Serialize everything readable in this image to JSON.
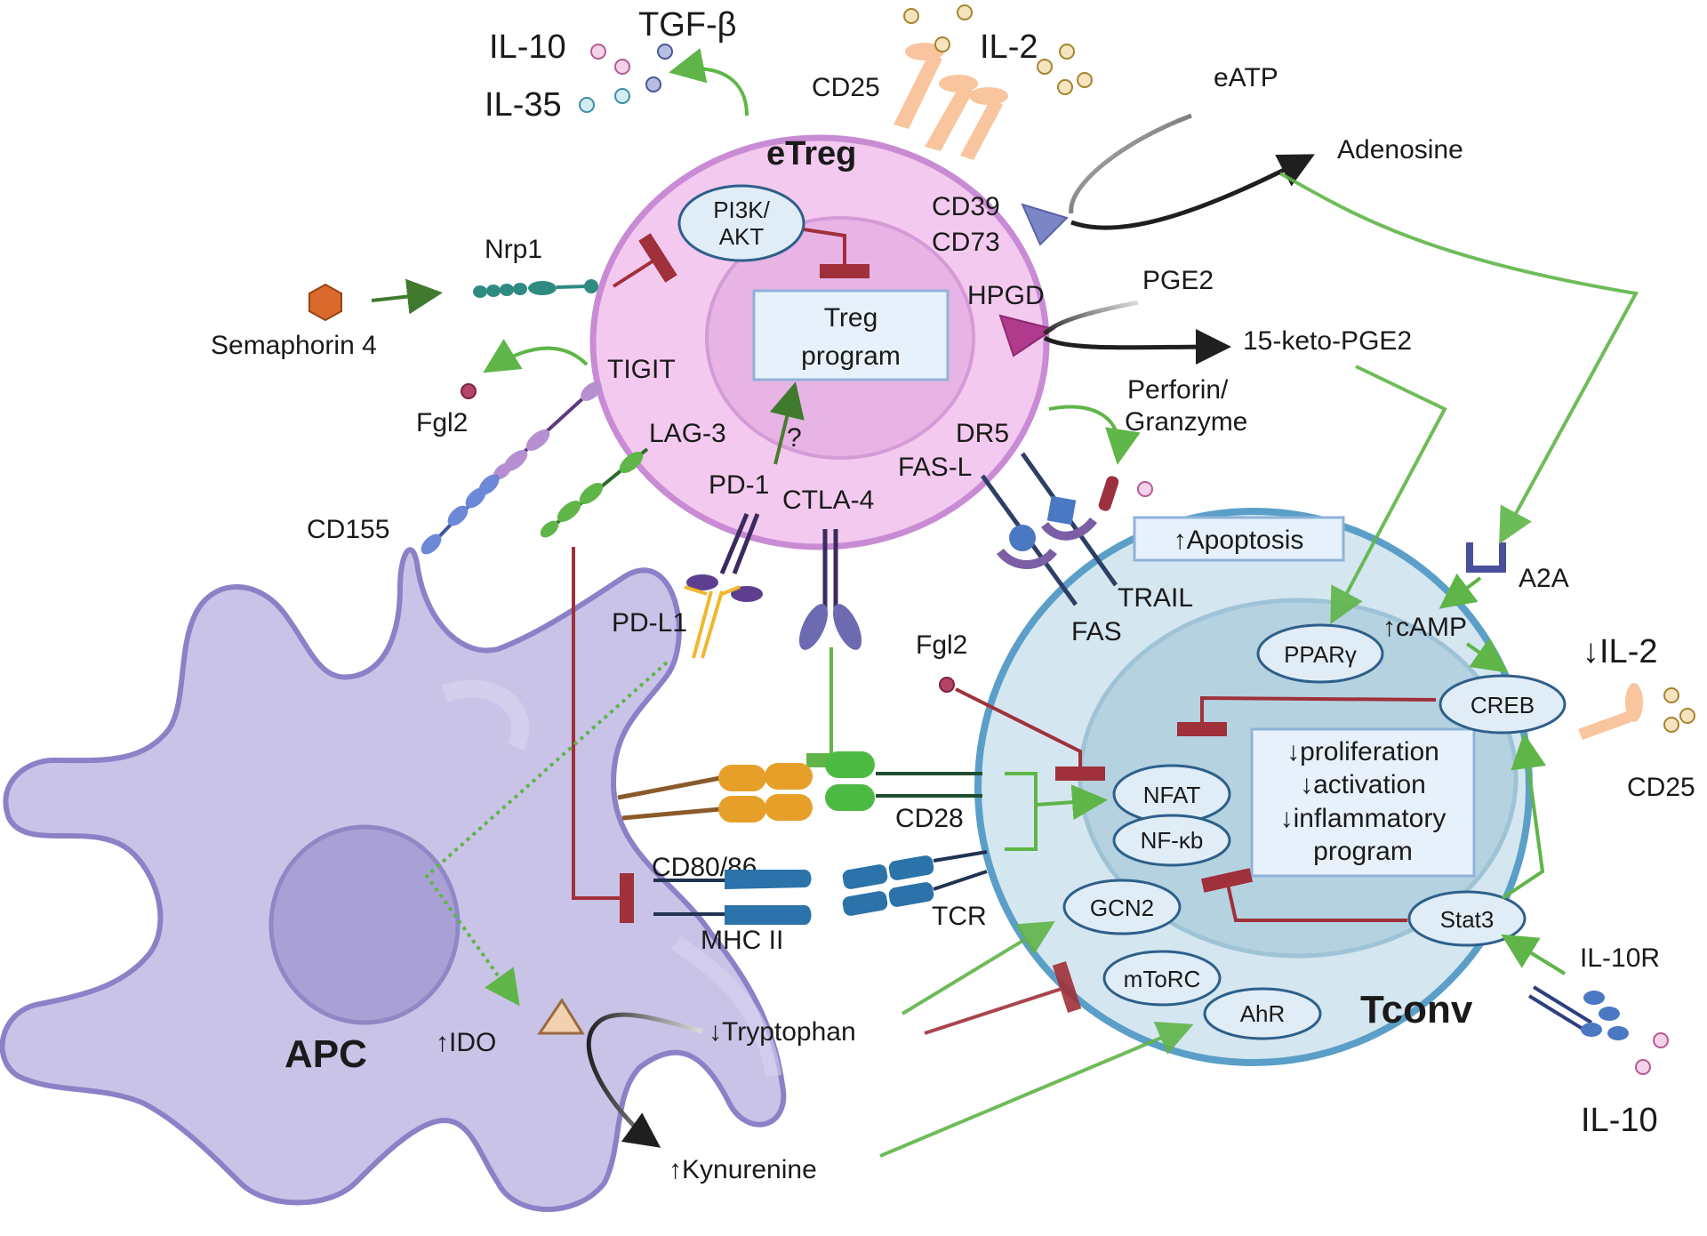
{
  "cells": {
    "etreg": "eTreg",
    "tconv": "Tconv",
    "apc": "APC"
  },
  "boxes": {
    "treg_program": [
      "Treg",
      "program"
    ],
    "apoptosis": "↑Apoptosis",
    "tconv_effects": [
      "↓proliferation",
      "↓activation",
      "↓inflammatory",
      "program"
    ]
  },
  "cytokines": {
    "il10_top": "IL-10",
    "tgfb": "TGF-β",
    "il35": "IL-35",
    "il2_top": "IL-2",
    "il2_down": "↓IL-2",
    "il10_bottom": "IL-10"
  },
  "receptors": {
    "cd25_top": "CD25",
    "cd25_right": "CD25",
    "eatp": "eATP",
    "adenosine": "Adenosine",
    "cd39": "CD39",
    "cd73": "CD73",
    "hpgd": "HPGD",
    "pge2": "PGE2",
    "keto_pge2": "15-keto-PGE2",
    "nrp1": "Nrp1",
    "semaphorin": "Semaphorin 4",
    "tigit": "TIGIT",
    "fgl2_left": "Fgl2",
    "cd155": "CD155",
    "lag3": "LAG-3",
    "pd1": "PD-1",
    "question": "?",
    "ctla4": "CTLA-4",
    "dr5": "DR5",
    "fasl": "FAS-L",
    "perforin": [
      "Perforin/",
      "Granzyme"
    ],
    "trail": "TRAIL",
    "fas": "FAS",
    "a2a": "A2A",
    "pdl1": "PD-L1",
    "fgl2_mid": "Fgl2",
    "cd80_86": "CD80/86",
    "cd28": "CD28",
    "mhc2": "MHC II",
    "tcr": "TCR",
    "il10r": "IL-10R",
    "ido": "↑IDO",
    "tryptophan": "↓Tryptophan",
    "kynurenine": "↑Kynurenine",
    "camp": "↑cAMP"
  },
  "ovals": {
    "pi3k": [
      "PI3K/",
      "AKT"
    ],
    "ppar": "PPARγ",
    "creb": "CREB",
    "nfat": "NFAT",
    "nfkb": "NF-κb",
    "gcn2": "GCN2",
    "stat3": "Stat3",
    "mtorc": "mToRC",
    "ahr": "AhR"
  },
  "colors": {
    "treg_fill": "#f3c9ef",
    "treg_stroke": "#c88bd4",
    "tconv_fill": "#d4e6ef",
    "tconv_stroke": "#5b9fc8",
    "apc_fill": "#c9c3e8",
    "apc_stroke": "#8c80c7",
    "activate": "#5fb548",
    "inhibit": "#a0303a",
    "oval_fill": "#e0edf7",
    "oval_stroke": "#2e5f8a"
  }
}
